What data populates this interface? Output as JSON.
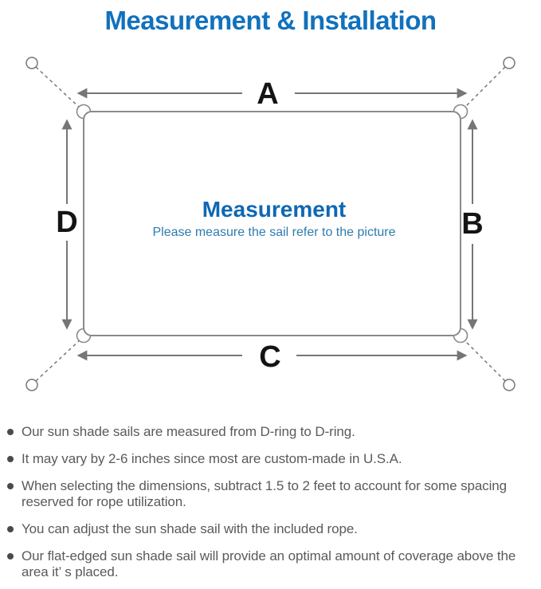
{
  "header": {
    "title": "Measurement & Installation"
  },
  "diagram": {
    "dimension_labels": {
      "top": "A",
      "right": "B",
      "bottom": "C",
      "left": "D"
    },
    "center_title": "Measurement",
    "center_subtitle": "Please measure the sail refer to the picture",
    "colors": {
      "title_blue": "#1171bd",
      "center_title_blue": "#0f68b3",
      "subtitle_blue": "#2e7cb0",
      "line_gray": "#767676",
      "label_black": "#141414",
      "note_text_gray": "#5a5a5a"
    }
  },
  "notes": {
    "items": [
      "Our sun shade sails are measured from D-ring to D-ring.",
      "It may vary by 2-6 inches since most are custom-made in U.S.A.",
      "When selecting the dimensions, subtract 1.5 to 2 feet to account for some spacing reserved for rope utilization.",
      "You can adjust the sun shade sail with the included rope.",
      "Our flat-edged sun shade sail will provide an optimal amount of coverage above the area it’ s placed."
    ]
  }
}
